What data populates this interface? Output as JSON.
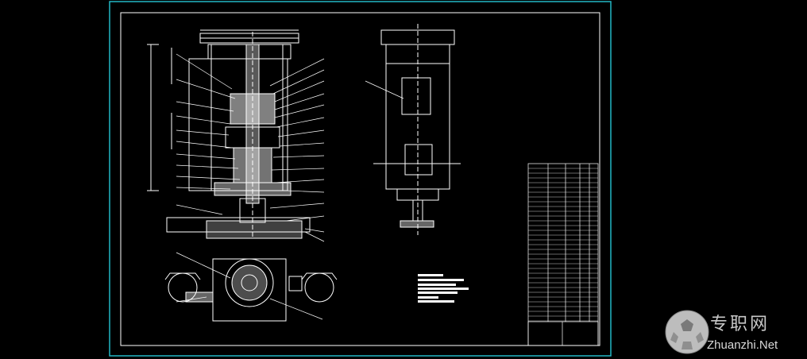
{
  "drawing": {
    "border_color": "#23b7c6",
    "line_color": "#ffffff",
    "background": "#000000"
  },
  "watermark": {
    "chinese": "专职网",
    "latin": "Zhuanzhi.Net",
    "icon": "soccer-ball-logo"
  }
}
